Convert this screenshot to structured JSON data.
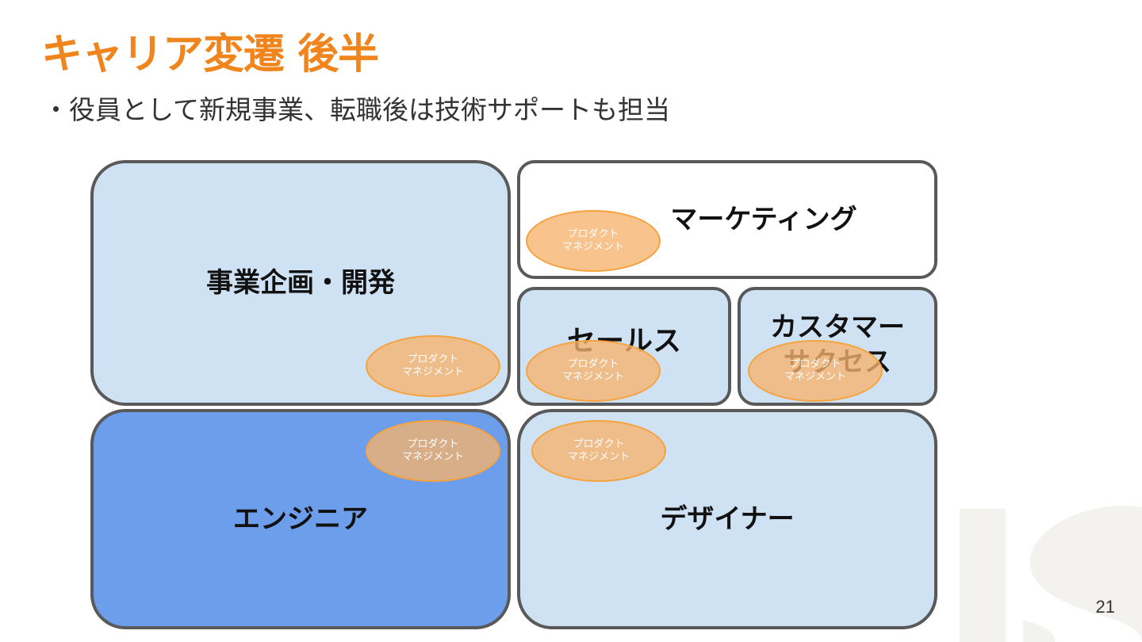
{
  "slide": {
    "title": "キャリア変遷 後半",
    "subtitle": "・役員として新規事業、転職後は技術サポートも担当",
    "page_number": "21"
  },
  "roles": {
    "business_planning": "事業企画・開発",
    "marketing": "マーケティング",
    "sales": "セールス",
    "customer_success": "カスタマー\nサクセス",
    "engineer": "エンジニア",
    "designer": "デザイナー"
  },
  "product_management_label": "プロダクト\nマネジメント",
  "colors": {
    "title": "#f0851e",
    "box_light": "#cfe2f3",
    "box_engineer": "#6d9eeb",
    "box_border": "#595959",
    "pm_bubble": "#f6b26b"
  }
}
